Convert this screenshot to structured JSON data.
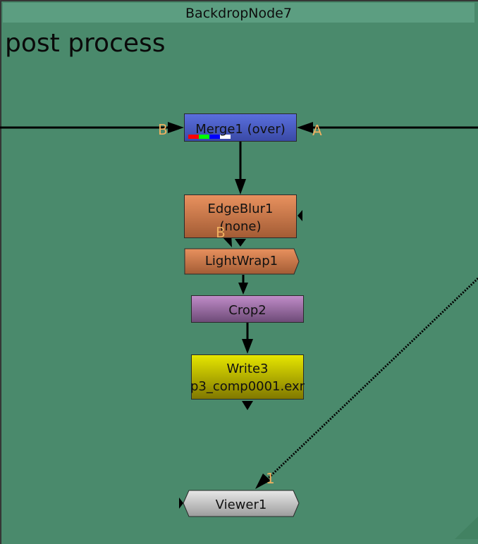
{
  "backdrop": {
    "title": "BackdropNode7",
    "label": "post process",
    "color": "#4a8a6c",
    "title_bar_color": "#5c9e81"
  },
  "nodes": {
    "merge": {
      "name": "Merge1 (over)",
      "input_b": "B",
      "input_a": "A",
      "color": "#4a5cc4",
      "channel_swatches": [
        "#ff0000",
        "#00ff00",
        "#0000ff",
        "#ffffff"
      ]
    },
    "edgeblur": {
      "name": "EdgeBlur1",
      "sub": "(none)",
      "input_label": "B",
      "color": "#d07a48"
    },
    "lightwrap": {
      "name": "LightWrap1",
      "color": "#d07a48"
    },
    "crop": {
      "name": "Crop2",
      "color": "#a070a8"
    },
    "write": {
      "name": "Write3",
      "sub": "p3_comp0001.exr",
      "color": "#c8c800"
    },
    "viewer": {
      "name": "Viewer1",
      "input_label": "1",
      "color": "#c8c8c8"
    }
  },
  "edge_color": "#000000",
  "input_label_color": "#f0b060"
}
